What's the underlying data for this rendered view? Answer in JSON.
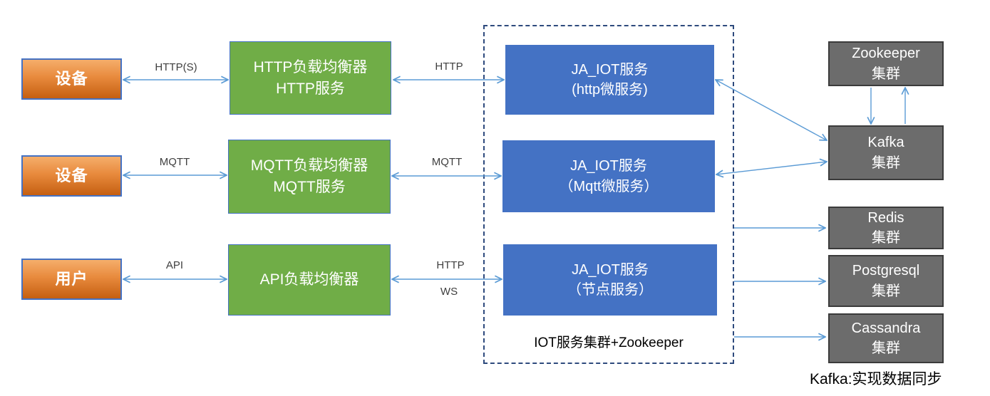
{
  "nodes": {
    "device1": {
      "label": "设备"
    },
    "device2": {
      "label": "设备"
    },
    "user": {
      "label": "用户"
    },
    "http_lb": {
      "line1": "HTTP负载均衡器",
      "line2": "HTTP服务"
    },
    "mqtt_lb": {
      "line1": "MQTT负载均衡器",
      "line2": "MQTT服务"
    },
    "api_lb": {
      "line1": "API负载均衡器"
    },
    "iot_http": {
      "line1": "JA_IOT服务",
      "line2": "(http微服务)"
    },
    "iot_mqtt": {
      "line1": "JA_IOT服务",
      "line2": "（Mqtt微服务）"
    },
    "iot_node": {
      "line1": "JA_IOT服务",
      "line2": "（节点服务）"
    },
    "zookeeper": {
      "line1": "Zookeeper",
      "line2": "集群"
    },
    "kafka": {
      "line1": "Kafka",
      "line2": "集群"
    },
    "redis": {
      "line1": "Redis",
      "line2": "集群"
    },
    "postgresql": {
      "line1": "Postgresql",
      "line2": "集群"
    },
    "cassandra": {
      "line1": "Cassandra",
      "line2": "集群"
    }
  },
  "edge_labels": {
    "https": "HTTP(S)",
    "http1": "HTTP",
    "mqtt1": "MQTT",
    "mqtt2": "MQTT",
    "api": "API",
    "http2": "HTTP",
    "ws": "WS"
  },
  "captions": {
    "cluster": "IOT服务集群+Zookeeper",
    "kafka_note": "Kafka:实现数据同步"
  },
  "colors": {
    "orange_top": "#F5AE6B",
    "orange_bottom": "#C55F11",
    "green": "#70AD47",
    "blue": "#4472C4",
    "gray": "#6C6C6C",
    "gray_border": "#3B3B3B",
    "arrow": "#5B9BD5",
    "dashed_border": "#2E4A7D"
  }
}
